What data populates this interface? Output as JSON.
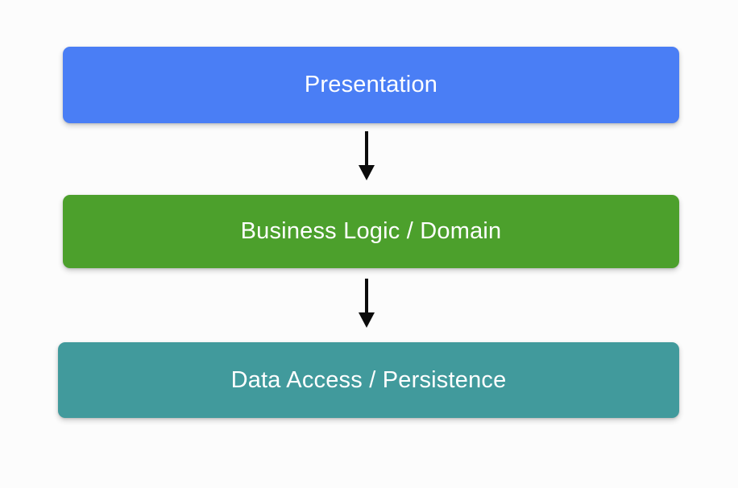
{
  "diagram": {
    "type": "layered-architecture-flow",
    "background_color": "#fcfcfc",
    "layers": [
      {
        "id": "presentation",
        "label": "Presentation",
        "color": "#4a7ef5",
        "text_color": "#ffffff"
      },
      {
        "id": "business",
        "label": "Business Logic / Domain",
        "color": "#4ca02c",
        "text_color": "#ffffff"
      },
      {
        "id": "data",
        "label": "Data Access / Persistence",
        "color": "#419a9c",
        "text_color": "#ffffff"
      }
    ],
    "connectors": [
      {
        "id": "presentation-to-business",
        "from": "presentation",
        "to": "business",
        "direction": "down",
        "style": "solid-arrow",
        "color": "#0b0b0b"
      },
      {
        "id": "business-to-data",
        "from": "business",
        "to": "data",
        "direction": "down",
        "style": "solid-arrow",
        "color": "#0b0b0b"
      }
    ]
  }
}
